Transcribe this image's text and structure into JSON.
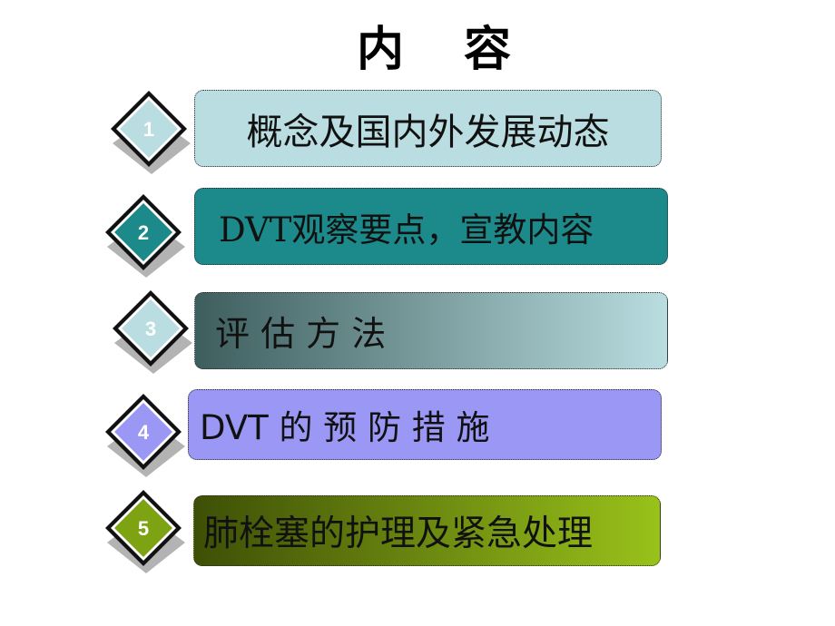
{
  "title": "内 容",
  "items": [
    {
      "number": "1",
      "label": "概念及国内外发展动态",
      "diamond_color": "#b9dde0",
      "box_color": "#b9dde0"
    },
    {
      "number": "2",
      "label": "DVT观察要点，宣教内容",
      "diamond_color": "#1c8a8a",
      "box_color": "#1c8a8a"
    },
    {
      "number": "3",
      "label": "评 估 方 法",
      "diamond_color": "#b9dde0",
      "box_gradient": [
        "#3e5e5e",
        "#b9dde0"
      ]
    },
    {
      "number": "4",
      "label": "DVT 的 预 防 措 施",
      "diamond_color": "#9a97f5",
      "box_color": "#9a97f5"
    },
    {
      "number": "5",
      "label": "肺栓塞的护理及紧急处理",
      "diamond_color": "#7ea312",
      "box_gradient": [
        "#3e4f06",
        "#99c21a"
      ]
    }
  ]
}
